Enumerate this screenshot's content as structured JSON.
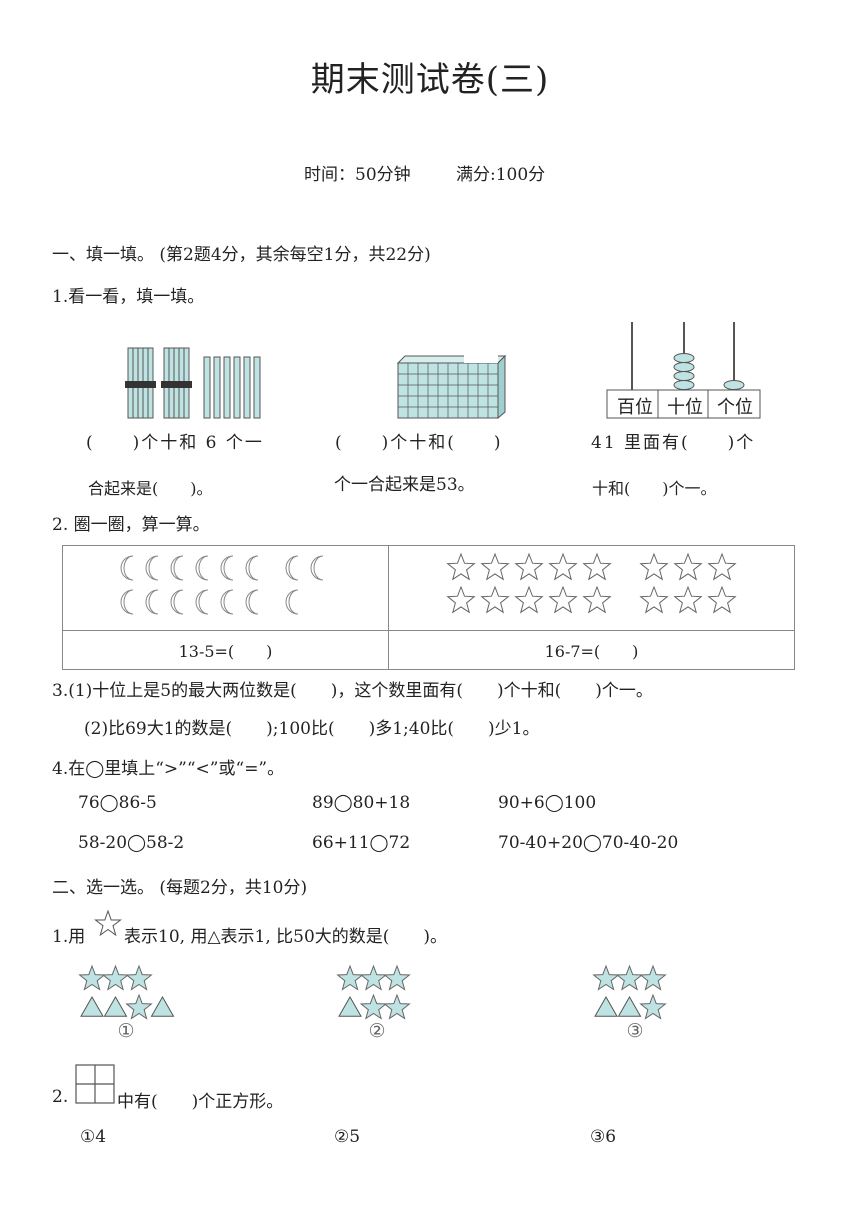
{
  "title": "期末测试卷(三)",
  "meta": {
    "time": "时间：50分钟",
    "score": "满分:100分"
  },
  "section1": {
    "heading": "一、填一填。 (第2题4分，其余每空1分，共22分)",
    "q1": {
      "label": "1.看一看，填一填。",
      "a_line1": "(　　)个十和 6 个一",
      "a_line2": "合起来是(　　)。",
      "b_line1": "(　　)个十和(　　)",
      "b_line2": "个一合起来是53。",
      "c_line1": "41 里面有(　　)个",
      "c_line2": "十和(　　)个一。",
      "abacus_labels": [
        "百位",
        "十位",
        "个位"
      ]
    },
    "q2": {
      "label": "2. 圈一圈，算一算。",
      "eq_left": "13-5=(　　)",
      "eq_right": "16-7=(　　)"
    },
    "q3": {
      "line1": "3.(1)十位上是5的最大两位数是(　　)，这个数里面有(　　)个十和(　　)个一。",
      "line2": "(2)比69大1的数是(　　);100比(　　)多1;40比(　　)少1。"
    },
    "q4": {
      "label": "4.在◯里填上“>”“<”或“=”。",
      "items": [
        "76◯86-5",
        "89◯80+18",
        "90+6◯100",
        "58-20◯58-2",
        "66+11◯72",
        "70-40+20◯70-40-20"
      ]
    }
  },
  "section2": {
    "heading": "二、选一选。 (每题2分，共10分)",
    "q1": {
      "prefix": "1.用",
      "suffix": "表示10, 用△表示1, 比50大的数是(　　)。",
      "options": [
        "①",
        "②",
        "③"
      ]
    },
    "q2": {
      "prefix": "2.",
      "suffix": "中有(　　)个正方形。",
      "options": [
        "①4",
        "②5",
        "③6"
      ]
    }
  },
  "colors": {
    "fill": "#bfe3e3",
    "stroke": "#555555"
  }
}
